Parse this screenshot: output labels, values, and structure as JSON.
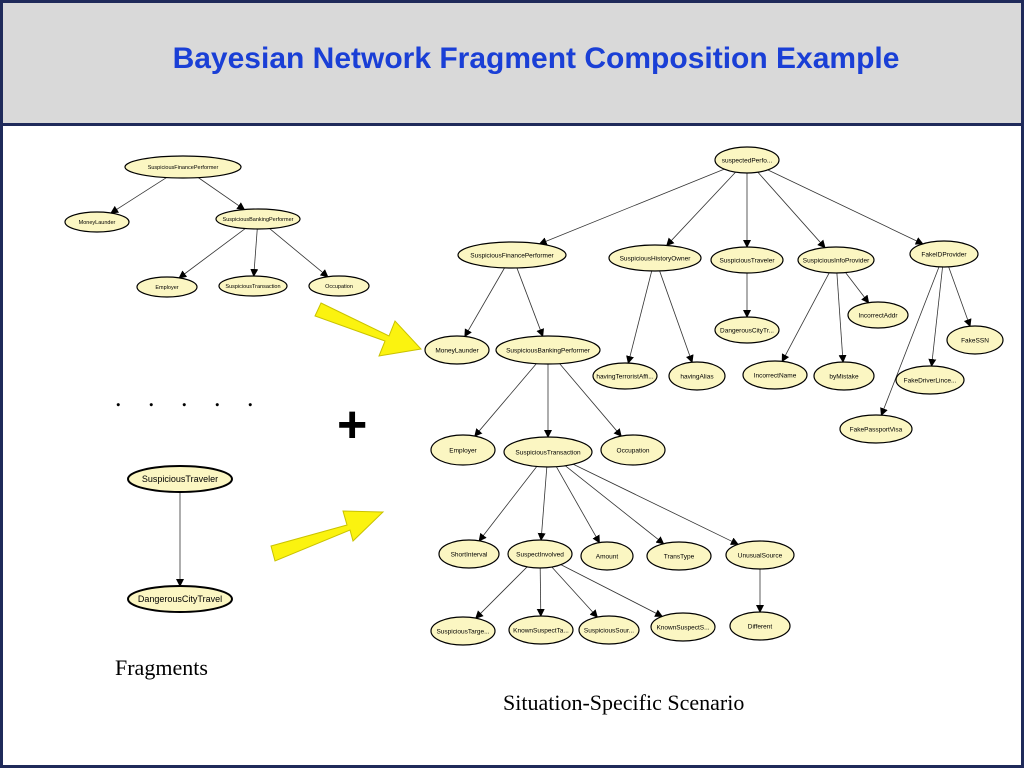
{
  "title": "Bayesian Network Fragment Composition Example",
  "captions": {
    "fragments": "Fragments",
    "scenario": "Situation-Specific Scenario",
    "plus": "+",
    "ellipsis": ". . . . ."
  },
  "colors": {
    "title": "#1a3fd6",
    "node_fill": "#fbf6c2",
    "node_stroke": "#000000",
    "arrow_fill": "#fbf30f",
    "border": "#1f2a5a",
    "header_bg": "#d9d9d9"
  },
  "fragment_nodes": [
    {
      "id": "f1",
      "label": "SuspiciousFinancePerformer"
    },
    {
      "id": "f2",
      "label": "MoneyLaunder"
    },
    {
      "id": "f3",
      "label": "SuspiciousBankingPerformer"
    },
    {
      "id": "f4",
      "label": "Employer"
    },
    {
      "id": "f5",
      "label": "SuspiciousTransaction"
    },
    {
      "id": "f6",
      "label": "Occupation"
    },
    {
      "id": "g1",
      "label": "SuspiciousTraveler"
    },
    {
      "id": "g2",
      "label": "DangerousCityTravel"
    }
  ],
  "fragment_edges": [
    [
      "f1",
      "f2"
    ],
    [
      "f1",
      "f3"
    ],
    [
      "f3",
      "f4"
    ],
    [
      "f3",
      "f5"
    ],
    [
      "f3",
      "f6"
    ],
    [
      "g1",
      "g2"
    ]
  ],
  "scenario_nodes": [
    {
      "id": "s0",
      "label": "suspectedPerfo..."
    },
    {
      "id": "s1",
      "label": "SuspiciousFinancePerformer"
    },
    {
      "id": "s2",
      "label": "SuspiciousHistoryOwner"
    },
    {
      "id": "s3",
      "label": "SuspiciousTraveler"
    },
    {
      "id": "s4",
      "label": "SuspiciousInfoProvider"
    },
    {
      "id": "s5",
      "label": "FakeIDProvider"
    },
    {
      "id": "s6",
      "label": "MoneyLaunder"
    },
    {
      "id": "s7",
      "label": "SuspiciousBankingPerformer"
    },
    {
      "id": "s8",
      "label": "havingTerroristAffi..."
    },
    {
      "id": "s9",
      "label": "havingAlias"
    },
    {
      "id": "s10",
      "label": "DangerousCityTr..."
    },
    {
      "id": "s11",
      "label": "IncorrectAddr"
    },
    {
      "id": "s12",
      "label": "IncorrectName"
    },
    {
      "id": "s13",
      "label": "byMistake"
    },
    {
      "id": "s14",
      "label": "FakeSSN"
    },
    {
      "id": "s15",
      "label": "FakeDriverLince..."
    },
    {
      "id": "s16",
      "label": "FakePassportVisa"
    },
    {
      "id": "s17",
      "label": "Employer"
    },
    {
      "id": "s18",
      "label": "SuspiciousTransaction"
    },
    {
      "id": "s19",
      "label": "Occupation"
    },
    {
      "id": "s20",
      "label": "ShortInterval"
    },
    {
      "id": "s21",
      "label": "SuspectInvolved"
    },
    {
      "id": "s22",
      "label": "Amount"
    },
    {
      "id": "s23",
      "label": "TransType"
    },
    {
      "id": "s24",
      "label": "UnusualSource"
    },
    {
      "id": "s25",
      "label": "SuspiciousTarge..."
    },
    {
      "id": "s26",
      "label": "KnownSuspectTa..."
    },
    {
      "id": "s27",
      "label": "SuspiciousSour..."
    },
    {
      "id": "s28",
      "label": "KnownSuspectS..."
    },
    {
      "id": "s29",
      "label": "Different"
    }
  ],
  "scenario_edges": [
    [
      "s0",
      "s1"
    ],
    [
      "s0",
      "s2"
    ],
    [
      "s0",
      "s3"
    ],
    [
      "s0",
      "s4"
    ],
    [
      "s0",
      "s5"
    ],
    [
      "s1",
      "s6"
    ],
    [
      "s1",
      "s7"
    ],
    [
      "s2",
      "s8"
    ],
    [
      "s2",
      "s9"
    ],
    [
      "s3",
      "s10"
    ],
    [
      "s4",
      "s11"
    ],
    [
      "s4",
      "s12"
    ],
    [
      "s4",
      "s13"
    ],
    [
      "s5",
      "s14"
    ],
    [
      "s5",
      "s15"
    ],
    [
      "s5",
      "s16"
    ],
    [
      "s7",
      "s17"
    ],
    [
      "s7",
      "s18"
    ],
    [
      "s7",
      "s19"
    ],
    [
      "s18",
      "s20"
    ],
    [
      "s18",
      "s21"
    ],
    [
      "s18",
      "s22"
    ],
    [
      "s18",
      "s23"
    ],
    [
      "s18",
      "s24"
    ],
    [
      "s21",
      "s25"
    ],
    [
      "s21",
      "s26"
    ],
    [
      "s21",
      "s27"
    ],
    [
      "s21",
      "s28"
    ],
    [
      "s24",
      "s29"
    ]
  ]
}
